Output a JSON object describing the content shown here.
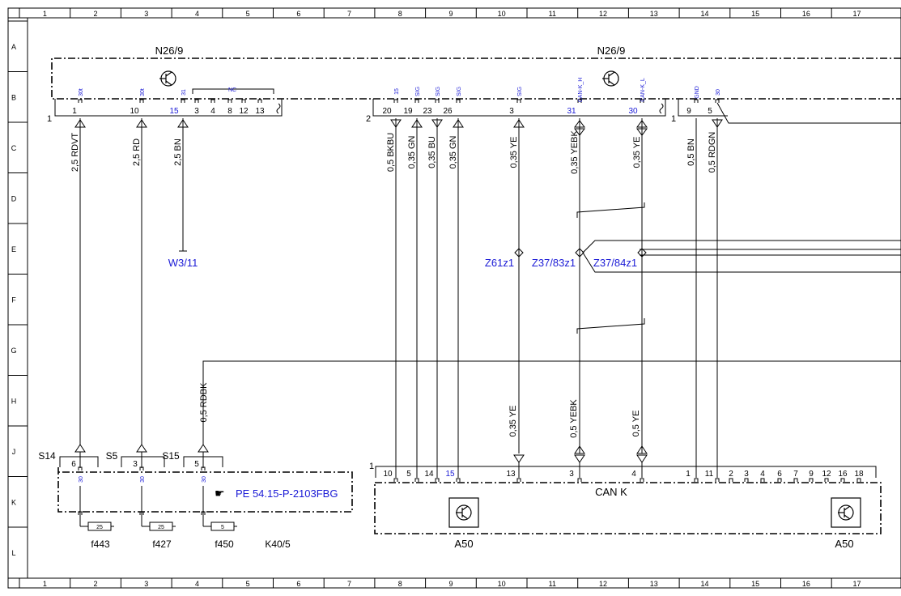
{
  "colors": {
    "line": "#000000",
    "blue": "#1a1ad6",
    "bg": "#ffffff"
  },
  "grid": {
    "cols": [
      "1",
      "2",
      "3",
      "4",
      "5",
      "6",
      "7",
      "8",
      "9",
      "10",
      "11",
      "12",
      "13",
      "14",
      "15",
      "16",
      "17"
    ],
    "rows": [
      "A",
      "B",
      "C",
      "D",
      "E",
      "F",
      "G",
      "H",
      "J",
      "K",
      "L"
    ]
  },
  "components": {
    "n26_left": "N26/9",
    "n26_right": "N26/9",
    "w3": "W3/11",
    "z61": "Z61z1",
    "z37_83": "Z37/83z1",
    "z37_84": "Z37/84z1",
    "s14": "S14",
    "s5": "S5",
    "s15": "S15",
    "pe_ref": "PE 54.15-P-2103FBG",
    "can_k": "CAN K",
    "a50_left": "A50",
    "a50_right": "A50",
    "f443": "f443",
    "f427": "f427",
    "f450": "f450",
    "k40": "K40/5"
  },
  "connectors": {
    "c1_num": "1",
    "c2_num": "2",
    "c3_num": "1",
    "a50_num": "1",
    "nc": "NC"
  },
  "top_pins_left": [
    {
      "num": "1",
      "sig": "30t"
    },
    {
      "num": "10",
      "sig": "30t"
    },
    {
      "num": "15",
      "sig": "31"
    },
    {
      "num": "3",
      "sig": ""
    },
    {
      "num": "4",
      "sig": ""
    },
    {
      "num": "8",
      "sig": ""
    },
    {
      "num": "12",
      "sig": ""
    },
    {
      "num": "13",
      "sig": ""
    }
  ],
  "top_pins_mid": [
    {
      "num": "20",
      "sig": "15"
    },
    {
      "num": "19",
      "sig": "SIG"
    },
    {
      "num": "23",
      "sig": "SIG"
    },
    {
      "num": "26",
      "sig": "SIG"
    },
    {
      "num": "3",
      "sig": "SIG"
    },
    {
      "num": "31",
      "sig": "CAN-K_H"
    },
    {
      "num": "30",
      "sig": "CAN-K_L"
    }
  ],
  "top_pins_right": [
    {
      "num": "9",
      "sig": "GND"
    },
    {
      "num": "5",
      "sig": "30"
    }
  ],
  "wires_top": [
    "2,5 RDVT",
    "2,5 RD",
    "2,5 BN",
    "0,5 BKBU",
    "0,35 GN",
    "0,35 BU",
    "0,35 GN",
    "0,35 YE",
    "0,35 YEBK",
    "0,35 YE",
    "0,5 BN",
    "0,5 RDGN"
  ],
  "wires_bottom": {
    "rdbk": "0,5 RDBK",
    "ye1": "0,35 YE",
    "yebk": "0,5 YEBK",
    "ye2": "0,5 YE"
  },
  "switch_pins": [
    {
      "num": "6",
      "sig": "30"
    },
    {
      "num": "3",
      "sig": "30"
    },
    {
      "num": "5",
      "sig": "30"
    }
  ],
  "fuse_values": [
    "25",
    "25",
    "5"
  ],
  "a50_pins": [
    "10",
    "5",
    "14",
    "15",
    "13",
    "3",
    "4",
    "1",
    "11",
    "2",
    "3",
    "4",
    "6",
    "7",
    "9",
    "12",
    "16",
    "18"
  ]
}
